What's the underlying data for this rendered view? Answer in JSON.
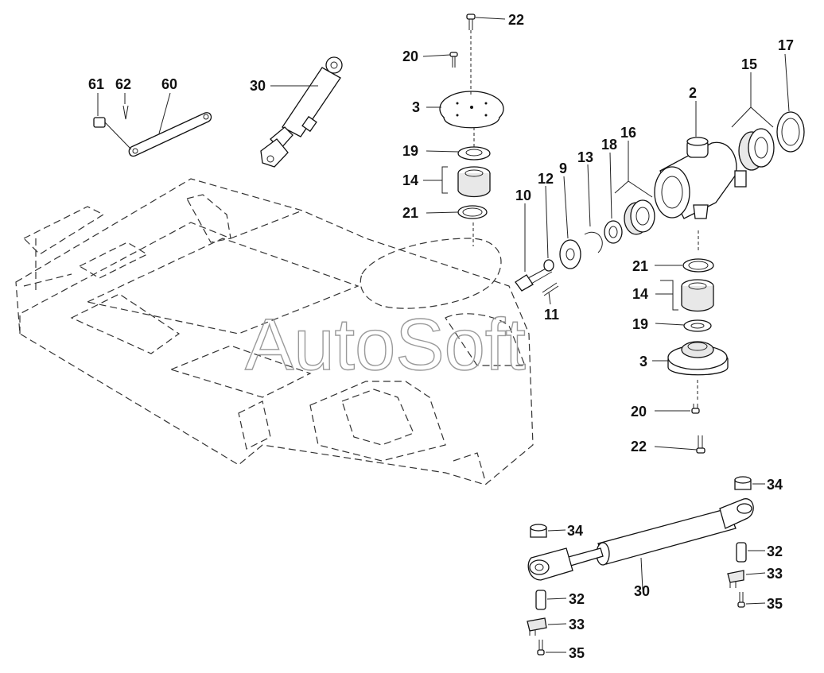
{
  "watermark": "AutoSoft",
  "callouts": {
    "c22_top": "22",
    "c20_top": "20",
    "c3_top": "3",
    "c19_top": "19",
    "c14_top": "14",
    "c21_top": "21",
    "c61": "61",
    "c62": "62",
    "c60": "60",
    "c30_top": "30",
    "c2": "2",
    "c15": "15",
    "c17": "17",
    "c16": "16",
    "c18": "18",
    "c13": "13",
    "c9": "9",
    "c12": "12",
    "c10": "10",
    "c11": "11",
    "c21_right": "21",
    "c14_right": "14",
    "c19_right": "19",
    "c3_right": "3",
    "c20_right": "20",
    "c22_right": "22",
    "c34_right": "34",
    "c34_left": "34",
    "c32_right": "32",
    "c33_right": "33",
    "c35_right": "35",
    "c30_bottom": "30",
    "c32_left": "32",
    "c33_left": "33",
    "c35_left": "35"
  }
}
